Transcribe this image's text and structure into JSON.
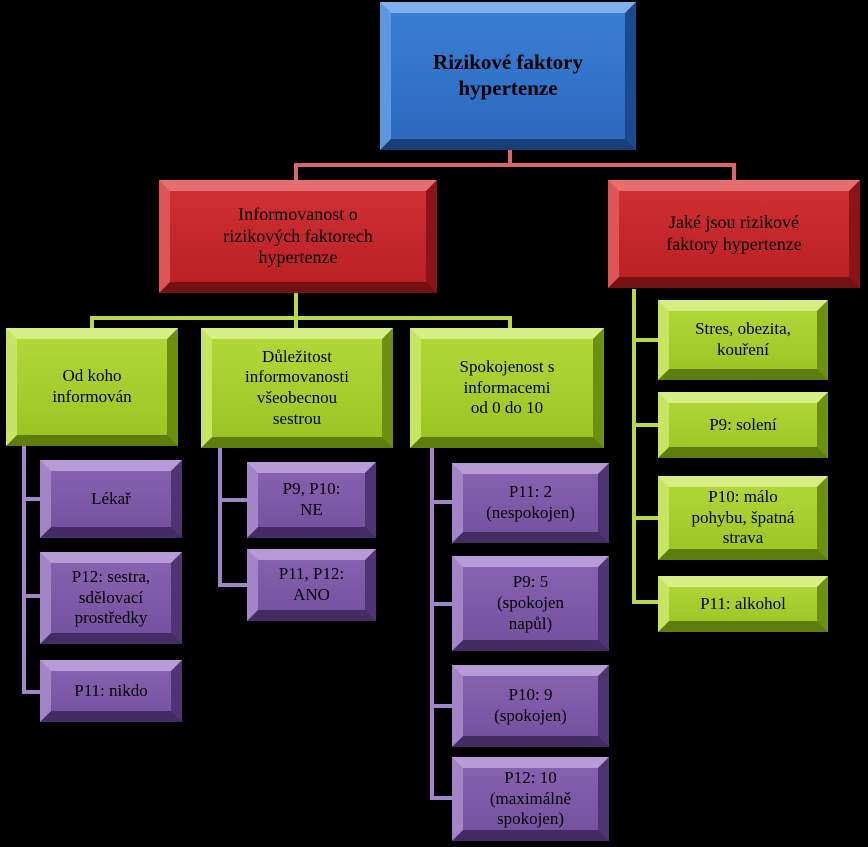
{
  "colors": {
    "root": "#2f73c8",
    "level1": "#c8262a",
    "level2": "#a6cf2b",
    "leaf": "#7e5aa8",
    "connector_root": "#d9666b",
    "connector_green": "#b9d84a",
    "connector_purple": "#a386c9"
  },
  "root": {
    "label": "Rizikové faktory\nhypertenze"
  },
  "branch_info": {
    "label": "Informovanost o\nrizikových faktorech\nhypertenze"
  },
  "branch_factors": {
    "label": "Jaké jsou rizikové\nfaktory hypertenze"
  },
  "group_from_whom": {
    "label": "Od koho\ninformován"
  },
  "group_importance": {
    "label": "Důležitost\ninformovanosti\nvšeobecnou\nsestrou"
  },
  "group_satisfaction": {
    "label": "Spokojenost s\ninformacemi\nod 0 do 10"
  },
  "from_whom_items": [
    {
      "label": "Lékař"
    },
    {
      "label": "P12: sestra,\nsdělovací\nprostředky"
    },
    {
      "label": "P11: nikdo"
    }
  ],
  "importance_items": [
    {
      "label": "P9, P10:\nNE"
    },
    {
      "label": "P11, P12:\nANO"
    }
  ],
  "satisfaction_items": [
    {
      "label": "P11: 2\n(nespokojen)"
    },
    {
      "label": "P9: 5\n(spokojen\nnapůl)"
    },
    {
      "label": "P10: 9\n(spokojen)"
    },
    {
      "label": "P12: 10\n(maximálně\nspokojen)"
    }
  ],
  "factor_items": [
    {
      "label": "Stres, obezita,\nkouření"
    },
    {
      "label": "P9: solení"
    },
    {
      "label": "P10: málo\npohybu, špatná\nstrava"
    },
    {
      "label": "P11: alkohol"
    }
  ]
}
